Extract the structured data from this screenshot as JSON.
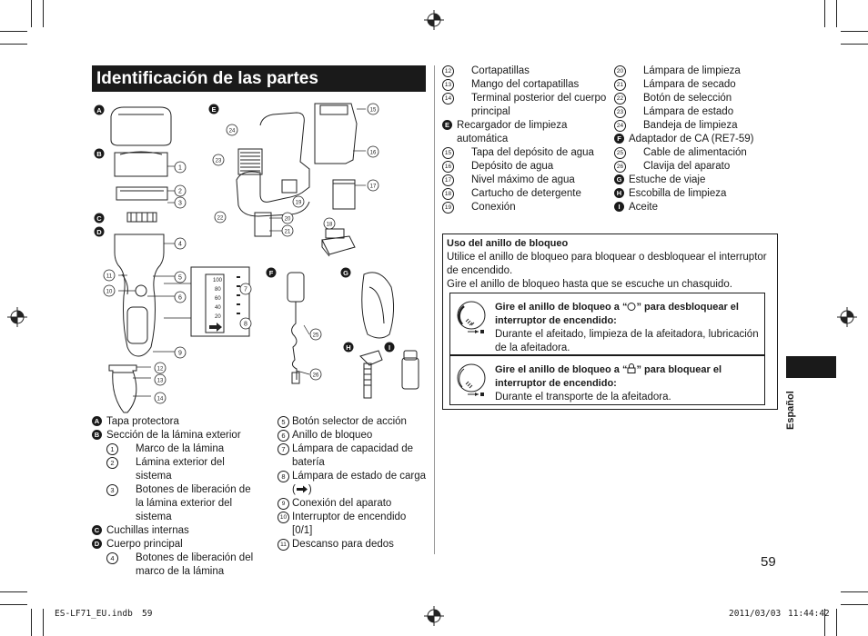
{
  "title": "Identificación de las partes",
  "diagram": {
    "badges": [
      "A",
      "B",
      "C",
      "D",
      "E",
      "F",
      "G",
      "H",
      "I"
    ],
    "callouts": [
      "1",
      "2",
      "3",
      "4",
      "5",
      "6",
      "7",
      "8",
      "9",
      "10",
      "11",
      "12",
      "13",
      "14",
      "15",
      "16",
      "17",
      "18",
      "19",
      "20",
      "21",
      "22",
      "23",
      "24",
      "25",
      "26"
    ],
    "lamp_scale": [
      "100",
      "80",
      "60",
      "40",
      "20"
    ]
  },
  "parts_left": [
    {
      "lead": "A",
      "kind": "badge",
      "text": "Tapa protectora"
    },
    {
      "lead": "B",
      "kind": "badge",
      "text": "Sección de la lámina exterior"
    },
    {
      "lead": "1",
      "kind": "num",
      "text": "Marco de la lámina"
    },
    {
      "lead": "2",
      "kind": "num",
      "text": "Lámina exterior del sistema"
    },
    {
      "lead": "3",
      "kind": "num",
      "text": "Botones de liberación de la lámina exterior del sistema"
    },
    {
      "lead": "C",
      "kind": "badge",
      "text": "Cuchillas internas"
    },
    {
      "lead": "D",
      "kind": "badge",
      "text": "Cuerpo principal"
    },
    {
      "lead": "4",
      "kind": "num",
      "text": "Botones de liberación del marco de la lámina"
    }
  ],
  "parts_mid": [
    {
      "lead": "5",
      "text": "Botón selector de acción"
    },
    {
      "lead": "6",
      "text": "Anillo de bloqueo"
    },
    {
      "lead": "7",
      "text": "Lámpara de capacidad de batería"
    },
    {
      "lead": "8",
      "text": "Lámpara de estado de carga ("
    },
    {
      "lead": "9",
      "text": "Conexión del aparato"
    },
    {
      "lead": "10",
      "text": "Interruptor de encendido [0/1]"
    },
    {
      "lead": "11",
      "text": "Descanso para dedos"
    }
  ],
  "parts_right_a": [
    {
      "lead": "12",
      "kind": "num",
      "text": "Cortapatillas"
    },
    {
      "lead": "13",
      "kind": "num",
      "text": "Mango del cortapatillas"
    },
    {
      "lead": "14",
      "kind": "num",
      "text": "Terminal posterior del cuerpo principal"
    },
    {
      "lead": "E",
      "kind": "badge",
      "text": "Recargador de limpieza automática"
    },
    {
      "lead": "15",
      "kind": "num",
      "text": "Tapa del depósito de agua"
    },
    {
      "lead": "16",
      "kind": "num",
      "text": "Depósito de agua"
    },
    {
      "lead": "17",
      "kind": "num",
      "text": "Nivel máximo de agua"
    },
    {
      "lead": "18",
      "kind": "num",
      "text": "Cartucho de detergente"
    },
    {
      "lead": "19",
      "kind": "num",
      "text": "Conexión"
    }
  ],
  "parts_right_b": [
    {
      "lead": "20",
      "kind": "num",
      "text": "Lámpara de limpieza"
    },
    {
      "lead": "21",
      "kind": "num",
      "text": "Lámpara de secado"
    },
    {
      "lead": "22",
      "kind": "num",
      "text": "Botón de selección"
    },
    {
      "lead": "23",
      "kind": "num",
      "text": "Lámpara de estado"
    },
    {
      "lead": "24",
      "kind": "num",
      "text": "Bandeja de limpieza"
    },
    {
      "lead": "F",
      "kind": "badge",
      "text": "Adaptador de CA (RE7-59)"
    },
    {
      "lead": "25",
      "kind": "num",
      "text": "Cable de alimentación"
    },
    {
      "lead": "26",
      "kind": "num",
      "text": "Clavija del aparato"
    },
    {
      "lead": "G",
      "kind": "badge",
      "text": "Estuche de viaje"
    },
    {
      "lead": "H",
      "kind": "badge",
      "text": "Escobilla de limpieza"
    },
    {
      "lead": "I",
      "kind": "badge",
      "text": "Aceite"
    }
  ],
  "lock_box": {
    "heading": "Uso del anillo de bloqueo",
    "line1": "Utilice el anillo de bloqueo para bloquear o desbloquear el interruptor de encendido.",
    "line2": "Gire el anillo de bloqueo hasta que se escuche un chasquido.",
    "unlock_bold_a": "Gire el anillo de bloqueo a “",
    "unlock_bold_b": "” para desbloquear el interruptor de encendido:",
    "unlock_text": "Durante el afeitado, limpieza de la afeitadora, lubricación de la afeitadora.",
    "lock_bold_a": "Gire el anillo de bloqueo a “",
    "lock_bold_b": "” para bloquear el interruptor de encendido:",
    "lock_text": "Durante el transporte de la afeitadora."
  },
  "side_label": "Español",
  "page_number": "59",
  "footer": {
    "file": "ES-LF71_EU.indb",
    "page": "59",
    "date": "2011/03/03",
    "time": "11:44:42"
  }
}
